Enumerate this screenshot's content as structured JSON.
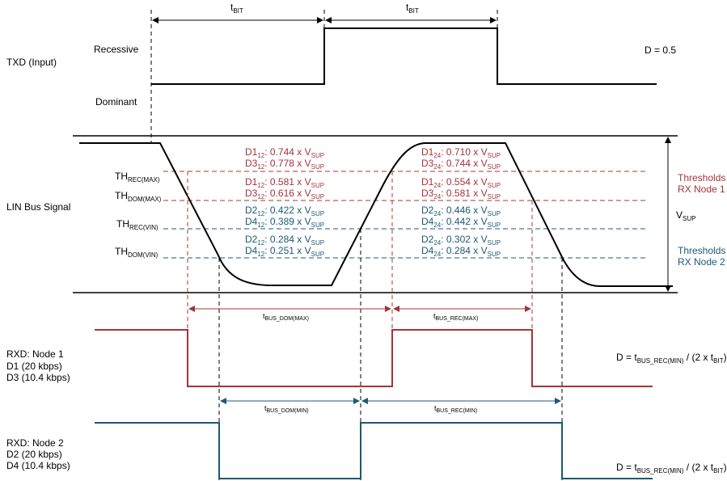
{
  "colors": {
    "black": "#000000",
    "red": "#a3343a",
    "teal": "#1b5a74"
  },
  "signals": {
    "txd": "TXD (Input)",
    "lin": "LIN Bus Signal",
    "rxd1": [
      "RXD: Node 1",
      "D1 (20 kbps)",
      "D3 (10.4 kbps)"
    ],
    "rxd2": [
      "RXD: Node 2",
      "D2 (20 kbps)",
      "D4 (10.4 kbps)"
    ]
  },
  "levels": {
    "recessive": "Recessive",
    "dominant": "Dominant"
  },
  "tbit": {
    "main": "t",
    "sub": "BIT"
  },
  "duty_txd": "D = 0.5",
  "duty_rxd": {
    "prefix": "D = t",
    "sub": "BUS_REC(MIN)",
    "mid": " / (2 x t",
    "sub2": "BIT",
    "suffix": ")"
  },
  "thresholds": [
    {
      "main": "TH",
      "sub": "REC(MAX)"
    },
    {
      "main": "TH",
      "sub": "DOM(MAX)"
    },
    {
      "main": "TH",
      "sub": "REC(VIN)"
    },
    {
      "main": "TH",
      "sub": "DOM(VIN)"
    }
  ],
  "threshold_groups": {
    "node1": [
      "Thresholds",
      "RX Node 1"
    ],
    "node2": [
      "Thresholds",
      "RX Node 2"
    ]
  },
  "vsup": {
    "main": "V",
    "sub": "SUP"
  },
  "dvalues": {
    "left": [
      {
        "d": "D1",
        "s": "12",
        "v": ": 0.744 x V"
      },
      {
        "d": "D3",
        "s": "12",
        "v": ": 0.778 x V"
      },
      {
        "d": "D1",
        "s": "12",
        "v": ": 0.581 x V"
      },
      {
        "d": "D3",
        "s": "12",
        "v": ": 0.616 x V"
      },
      {
        "d": "D2",
        "s": "12",
        "v": ": 0.422 x V"
      },
      {
        "d": "D4",
        "s": "12",
        "v": ": 0.389 x V"
      },
      {
        "d": "D2",
        "s": "12",
        "v": ": 0.284 x V"
      },
      {
        "d": "D4",
        "s": "12",
        "v": ": 0.251 x V"
      }
    ],
    "right": [
      {
        "d": "D1",
        "s": "24",
        "v": ": 0.710 x V"
      },
      {
        "d": "D3",
        "s": "24",
        "v": ": 0.744 x V"
      },
      {
        "d": "D1",
        "s": "24",
        "v": ": 0.554 x V"
      },
      {
        "d": "D3",
        "s": "24",
        "v": ": 0.581 x V"
      },
      {
        "d": "D2",
        "s": "24",
        "v": ": 0.446 x V"
      },
      {
        "d": "D4",
        "s": "24",
        "v": ": 0.442 x V"
      },
      {
        "d": "D2",
        "s": "24",
        "v": ": 0.302 x V"
      },
      {
        "d": "D4",
        "s": "24",
        "v": ": 0.284 x V"
      }
    ],
    "sup_sub": "SUP"
  },
  "timings": {
    "bus_dom_max": {
      "main": "t",
      "sub": "BUS_DOM(MAX)"
    },
    "bus_rec_max": {
      "main": "t",
      "sub": "BUS_REC(MAX)"
    },
    "bus_dom_min": {
      "main": "t",
      "sub": "BUS_DOM(MIN)"
    },
    "bus_rec_min": {
      "main": "t",
      "sub": "BUS_REC(MIN)"
    }
  }
}
